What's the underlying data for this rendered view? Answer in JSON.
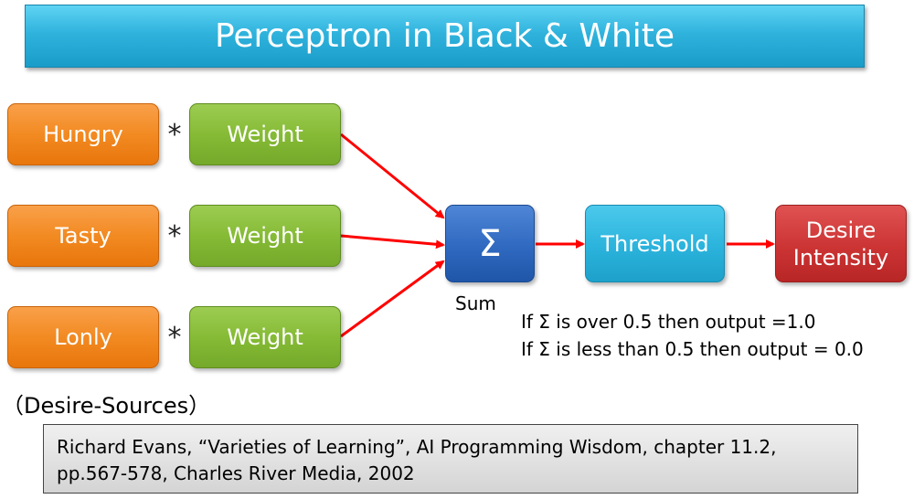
{
  "title": "Perceptron in Black & White",
  "inputs": [
    {
      "label": "Hungry",
      "weight": "Weight"
    },
    {
      "label": "Tasty",
      "weight": "Weight"
    },
    {
      "label": "Lonly",
      "weight": "Weight"
    }
  ],
  "multiply_symbol": "*",
  "sum_symbol": "Σ",
  "sum_label": "Sum",
  "threshold_label": "Threshold",
  "output_label_line1": "Desire",
  "output_label_line2": "Intensity",
  "rule_1": "If Σ is over 0.5 then output =1.0",
  "rule_2": "If Σ is less than 0.5 then output = 0.0",
  "sources_label": "（Desire-Sources）",
  "citation_line1": "Richard Evans, “Varieties of Learning”, AI Programming Wisdom, chapter 11.2,",
  "citation_line2": "pp.567-578, Charles River Media, 2002",
  "colors": {
    "title": "#2fb3dd",
    "input": "#f28a22",
    "weight": "#86bb36",
    "sum": "#2f69c0",
    "threshold": "#2ab3dc",
    "output": "#cc3434",
    "arrow": "#ff0000"
  }
}
